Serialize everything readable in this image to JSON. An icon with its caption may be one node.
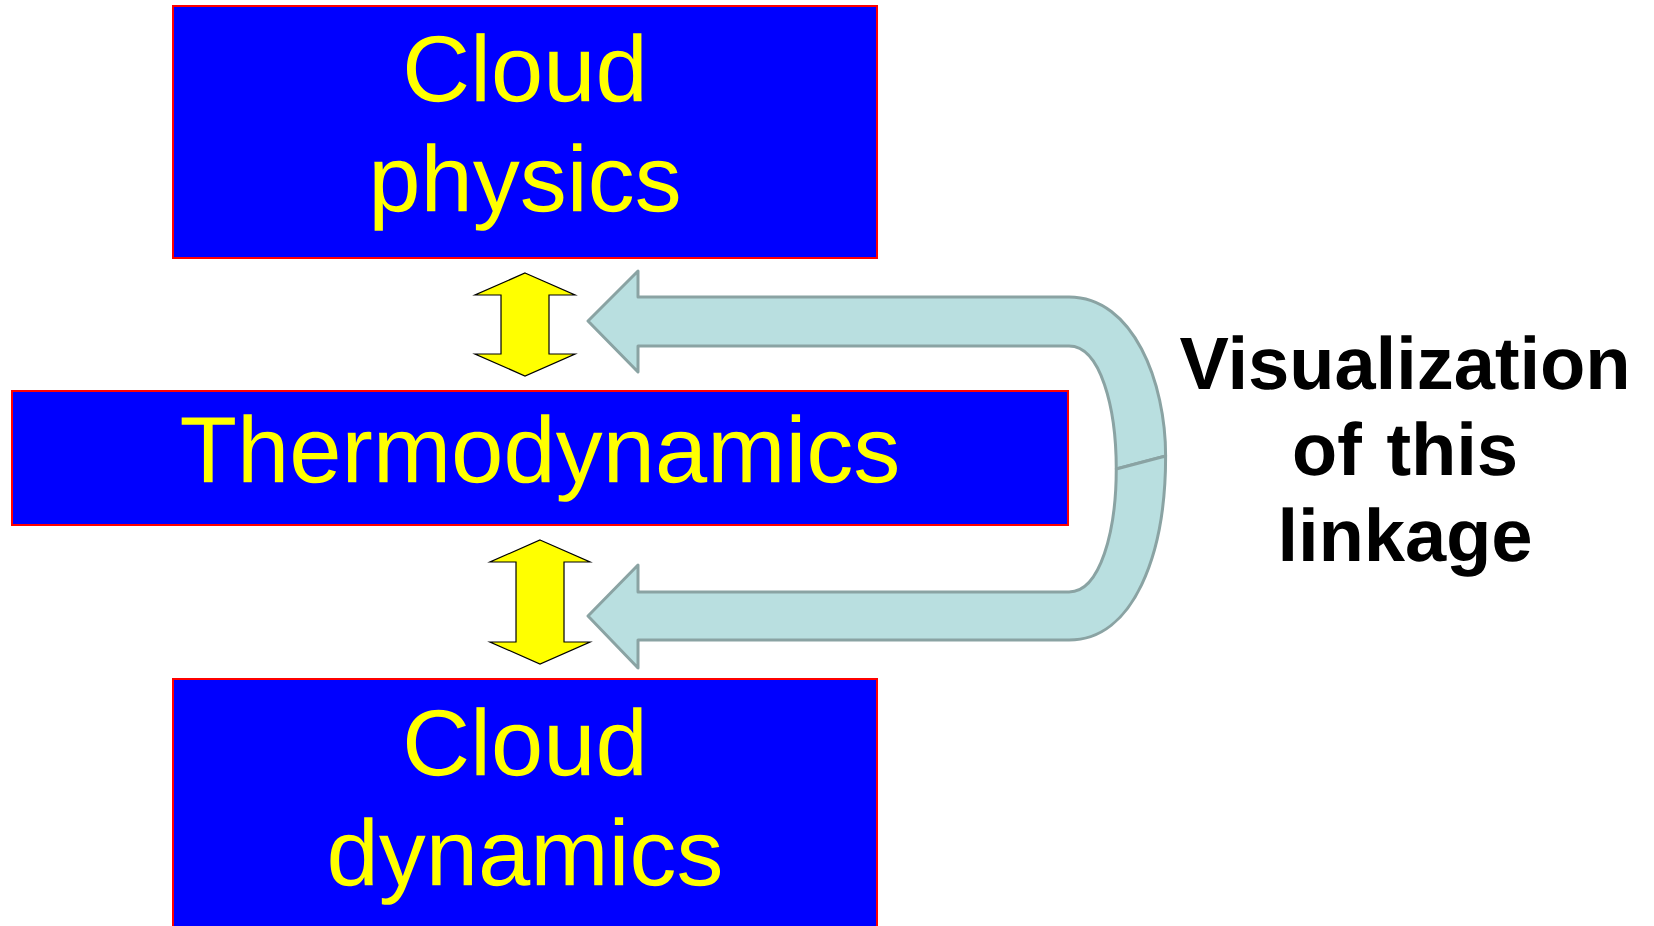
{
  "diagram": {
    "nodes": [
      {
        "text": [
          "Cloud physics"
        ]
      },
      {
        "text": [
          "Thermodynamics"
        ]
      },
      {
        "text": [
          "Cloud dynamics"
        ]
      },
      {
        "text": [
          "Visualization of this linkage"
        ]
      }
    ],
    "edges": [
      {
        "from": 0,
        "to": 1,
        "arrow": "both",
        "color": "#ffff00"
      },
      {
        "from": 1,
        "to": 2,
        "arrow": "both",
        "color": "#ffff00"
      },
      {
        "from": 3,
        "to": null,
        "arrow": "to",
        "color": "#b9dfe0"
      },
      {
        "from": 3,
        "to": null,
        "arrow": "to",
        "color": "#b9dfe0"
      }
    ]
  }
}
